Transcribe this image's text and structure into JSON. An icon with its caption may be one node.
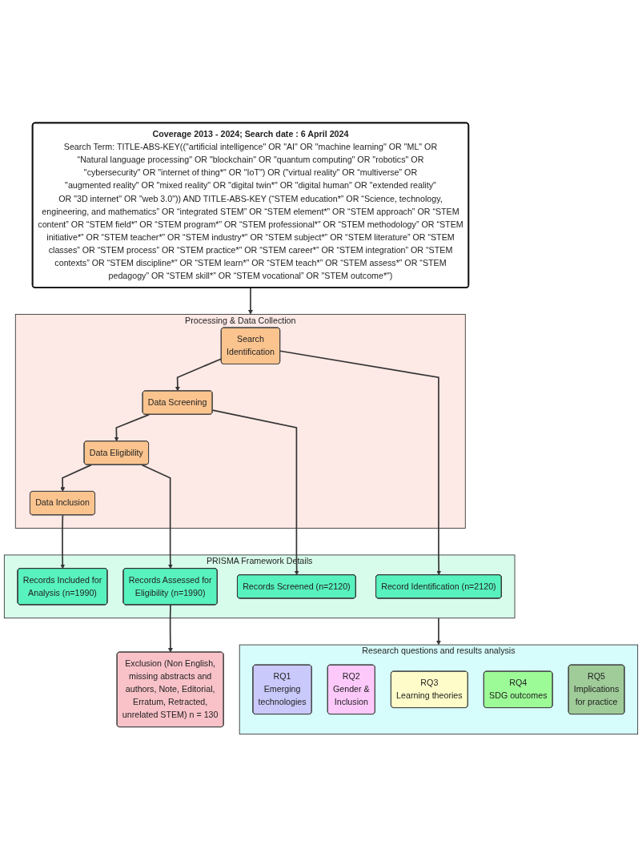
{
  "diagram": {
    "nodes": [
      {
        "text": [
          "Coverage 2013 - 2024; Search date : 6 April 2024",
          "Search Term: TITLE-ABS-KEY((\"artificial intelligence\" OR \"AI\" OR \"machine learning\" OR \"ML\" OR “Natural language processing\" OR \"blockchain\" OR \"quantum computing\" OR \"robotics\" OR \"cybersecurity\" OR \"internet of thing*\" OR \"IoT\") OR (\"virtual reality\" OR “multiverse” OR \"augmented reality\" OR \"mixed reality\" OR \"digital twin*\" OR \"digital human\" OR \"extended reality\" OR \"3D internet\" OR \"web 3.0\")) AND TITLE-ABS-KEY (“STEM education*” OR “Science, technology, engineering, and mathematics” OR “integrated STEM” OR “STEM element*” OR “STEM approach” OR “STEM content” OR “STEM field*” OR “STEM program*” OR “STEM professional*” OR “STEM methodology” OR “STEM initiative*” OR “STEM teacher*” OR “STEM industry*” OR “STEM subject*” OR “STEM literature” OR “STEM classes” OR “STEM process” OR “STEM practice*” OR “STEM career*” OR “STEM integration” OR “STEM contexts” OR “STEM discipline*” OR “STEM learn*” OR “STEM teach*” OR “STEM assess*” OR “STEM pedagogy” OR “STEM skill*” OR “STEM vocational” OR \"STEM outcome*\")"
        ]
      },
      {
        "text": [
          "Processing & Data Collection"
        ]
      },
      {
        "text": [
          "Search Identification"
        ],
        "in": 1
      },
      {
        "text": [
          "Data Screening"
        ],
        "in": 1
      },
      {
        "text": [
          "Data Eligibility"
        ],
        "in": 1
      },
      {
        "text": [
          "Data Inclusion"
        ],
        "in": 1
      },
      {
        "text": [
          "PRISMA Framework Details"
        ]
      },
      {
        "text": [
          "Record Identification (n=2120)"
        ],
        "in": 6
      },
      {
        "text": [
          "Records Screened (n=2120)"
        ],
        "in": 6
      },
      {
        "text": [
          "Records Assessed for Eligibility (n=1990)"
        ],
        "in": 6
      },
      {
        "text": [
          "Records Included for Analysis (n=1990)"
        ],
        "in": 6
      },
      {
        "text": [
          "Exclusion (Non English, missing abstracts and authors, Note, Editorial, Erratum, Retracted, unrelated STEM) n = 130"
        ]
      },
      {
        "text": [
          "Research questions and results analysis"
        ]
      },
      {
        "text": [
          "RQ1",
          "Emerging technologies"
        ],
        "in": 12
      },
      {
        "text": [
          "RQ2",
          "Gender & Inclusion"
        ],
        "in": 12
      },
      {
        "text": [
          "RQ3",
          "Learning theories"
        ],
        "in": 12
      },
      {
        "text": [
          "RQ4",
          "SDG outcomes"
        ],
        "in": 12
      },
      {
        "text": [
          "RQ5",
          "Implications for practice"
        ],
        "in": 12
      }
    ],
    "edges": [
      {
        "from": 0,
        "to": 1,
        "arrow": "to"
      },
      {
        "from": 2,
        "to": 3,
        "arrow": "to"
      },
      {
        "from": 3,
        "to": 4,
        "arrow": "to"
      },
      {
        "from": 4,
        "to": 5,
        "arrow": "to"
      },
      {
        "from": 2,
        "to": 7,
        "arrow": "to"
      },
      {
        "from": 3,
        "to": 8,
        "arrow": "to"
      },
      {
        "from": 4,
        "to": 9,
        "arrow": "to"
      },
      {
        "from": 5,
        "to": 10,
        "arrow": "to"
      },
      {
        "from": 9,
        "to": 11,
        "arrow": "to"
      },
      {
        "from": 6,
        "to": 12,
        "arrow": "to"
      }
    ]
  }
}
